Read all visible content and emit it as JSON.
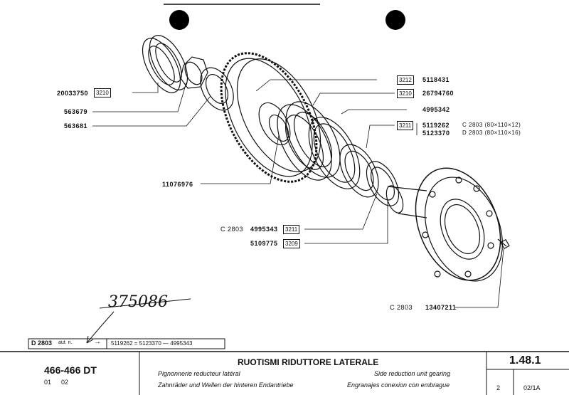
{
  "diagram": {
    "parts_left": [
      {
        "code": "20033750",
        "ref": "3210"
      },
      {
        "code": "563679"
      },
      {
        "code": "563681"
      },
      {
        "code": "11076976"
      }
    ],
    "parts_right": [
      {
        "code": "5118431",
        "ref": "3212"
      },
      {
        "code": "26794760",
        "ref": "3210"
      },
      {
        "code": "4995342"
      },
      {
        "code": "5119262",
        "ref": "3211",
        "note": "C 2803 (80×110×12)"
      },
      {
        "code": "5123370",
        "note": "D 2803 (80×110×16)"
      }
    ],
    "parts_lower": [
      {
        "prefix": "C 2803",
        "code": "4995343",
        "ref": "3211"
      },
      {
        "code": "5109775",
        "ref": "3209"
      },
      {
        "prefix": "C 2803",
        "code": "13407211"
      }
    ],
    "handwritten_number": "375086",
    "serial_note": {
      "label": "D 2803",
      "suffix": "aut. n.",
      "arrow": "→",
      "text": "5119262 = 5123370 — 4995343"
    }
  },
  "title_block": {
    "model": "466-466 DT",
    "edition_1": "01",
    "edition_2": "02",
    "title_it": "RUOTISMI RIDUTTORE LATERALE",
    "title_fr": "Pignonnerie reducteur latéral",
    "title_de": "Zahnräder und Wellen der hinteren Endantriebe",
    "title_en": "Side reduction unit gearing",
    "title_es": "Engranajes conexion con embrague",
    "section": "1.48.1",
    "page": "2",
    "sheet": "02/1A"
  }
}
